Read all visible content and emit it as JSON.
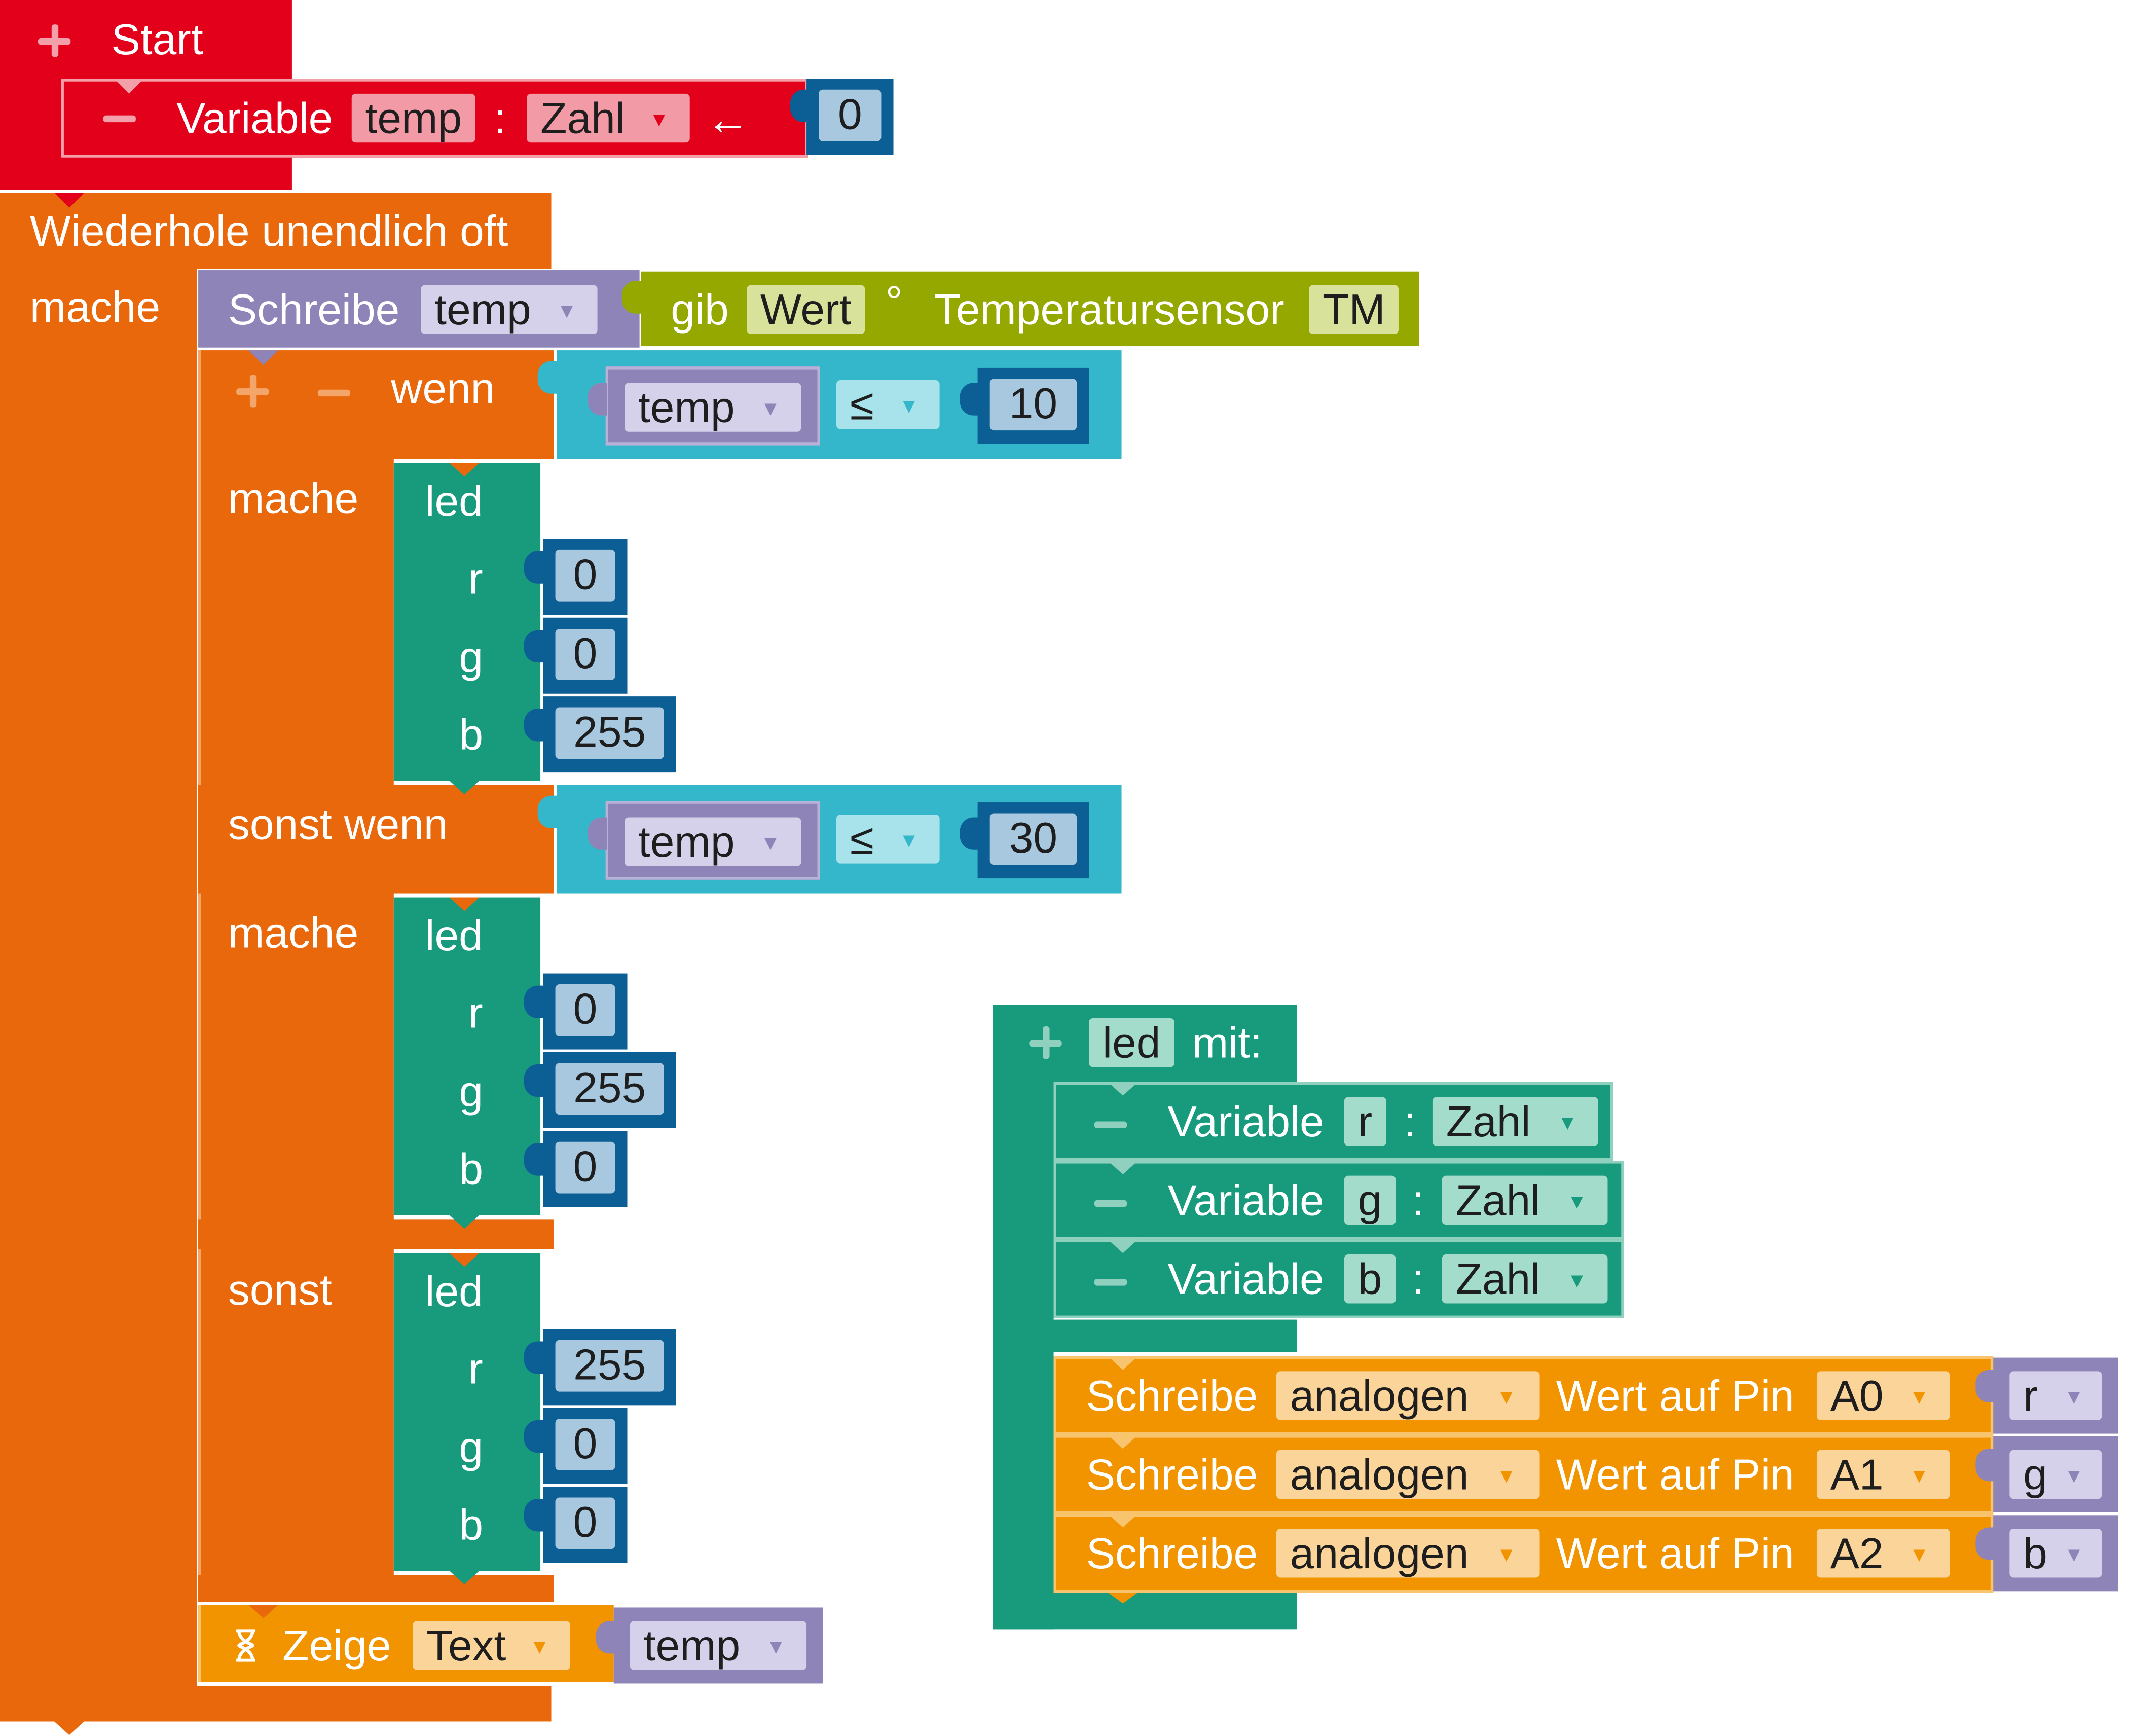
{
  "start": {
    "label": "Start",
    "var_keyword": "Variable",
    "var_name": "temp",
    "colon": ":",
    "var_type": "Zahl",
    "assign": "←",
    "init_value": "0"
  },
  "loop": {
    "label": "Wiederhole unendlich oft",
    "do_label": "mache"
  },
  "write_temp": {
    "label": "Schreibe",
    "var": "temp",
    "gib": "gib",
    "wert": "Wert",
    "degree": "°",
    "sensor": "Temperatursensor",
    "sensor_name": "TM"
  },
  "if_block": {
    "wenn": "wenn",
    "mache": "mache",
    "sonst_wenn": "sonst wenn",
    "sonst": "sonst",
    "cond1": {
      "var": "temp",
      "op": "≤",
      "value": "10"
    },
    "cond2": {
      "var": "temp",
      "op": "≤",
      "value": "30"
    }
  },
  "led_calls": [
    {
      "name": "led",
      "r_label": "r",
      "g_label": "g",
      "b_label": "b",
      "r": "0",
      "g": "0",
      "b": "255"
    },
    {
      "name": "led",
      "r_label": "r",
      "g_label": "g",
      "b_label": "b",
      "r": "0",
      "g": "255",
      "b": "0"
    },
    {
      "name": "led",
      "r_label": "r",
      "g_label": "g",
      "b_label": "b",
      "r": "255",
      "g": "0",
      "b": "0"
    }
  ],
  "show": {
    "label": "Zeige",
    "type": "Text",
    "var": "temp"
  },
  "func": {
    "name": "led",
    "mit": "mit:",
    "params": [
      {
        "keyword": "Variable",
        "name": "r",
        "colon": ":",
        "type": "Zahl"
      },
      {
        "keyword": "Variable",
        "name": "g",
        "colon": ":",
        "type": "Zahl"
      },
      {
        "keyword": "Variable",
        "name": "b",
        "colon": ":",
        "type": "Zahl"
      }
    ],
    "writes": [
      {
        "label": "Schreibe",
        "mode": "analogen",
        "mid": "Wert auf Pin",
        "pin": "A0",
        "var": "r"
      },
      {
        "label": "Schreibe",
        "mode": "analogen",
        "mid": "Wert auf Pin",
        "pin": "A1",
        "var": "g"
      },
      {
        "label": "Schreibe",
        "mode": "analogen",
        "mid": "Wert auf Pin",
        "pin": "A2",
        "var": "b"
      }
    ]
  },
  "dropdown_arrow": "▼",
  "icons": {
    "plus": "plus-icon",
    "minus": "minus-icon",
    "hourglass": "hourglass-icon"
  },
  "colors": {
    "start": "#e2001a",
    "start_field": "#f29aa5",
    "loop": "#e8680b",
    "var_block": "#8e84b8",
    "var_field": "#d6d1ea",
    "sensor": "#94a800",
    "sensor_field": "#d8e29b",
    "compare": "#34b7cb",
    "compare_field": "#a8e2eb",
    "number": "#0b5f95",
    "number_field": "#a8c8e0",
    "func": "#189b7d",
    "func_field": "#a3dccb",
    "io": "#f29400",
    "io_field": "#fbd49a"
  }
}
